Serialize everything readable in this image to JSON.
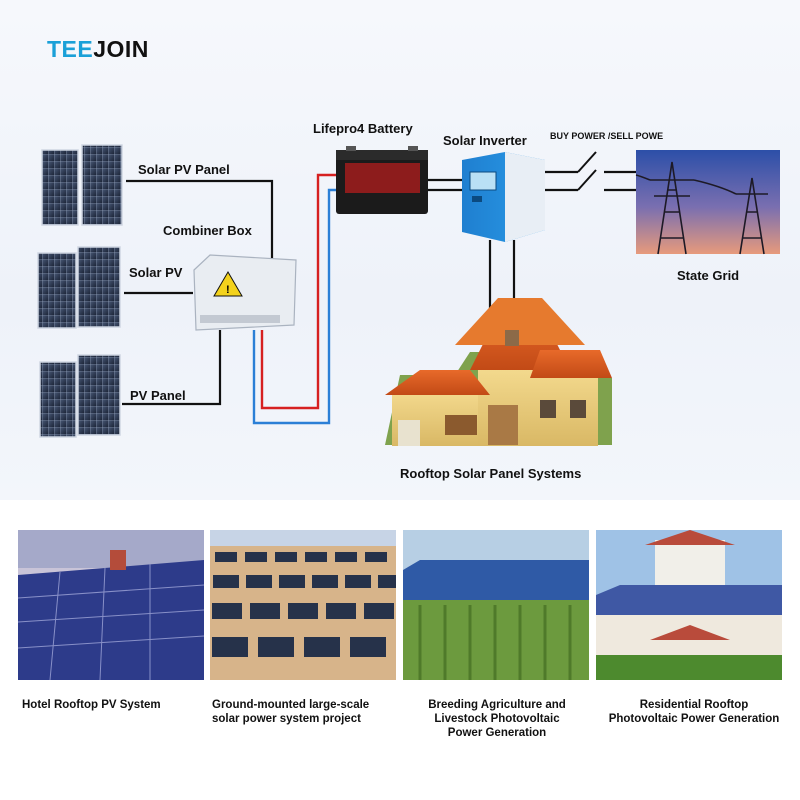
{
  "brand": {
    "logo_prefix": "TEE",
    "logo_suffix": "JOIN",
    "accent": "#1aa0d8"
  },
  "diagram": {
    "labels": {
      "solar_pv_panel": "Solar PV Panel",
      "combiner_box": "Combiner Box",
      "solar_pv": "Solar PV",
      "pv_panel": "PV Panel",
      "battery": "Lifepro4 Battery",
      "inverter": "Solar Inverter",
      "buy_sell": "BUY POWER /SELL POWE",
      "state_grid": "State Grid",
      "house": "Rooftop Solar Panel Systems"
    },
    "wire_colors": {
      "positive": "#d62020",
      "negative": "#2b7fd6",
      "ac": "#111111"
    }
  },
  "gallery": [
    {
      "name": "hotel-rooftop",
      "lines": [
        "Hotel Rooftop PV System"
      ]
    },
    {
      "name": "ground-mounted",
      "lines": [
        "Ground-mounted large-scale",
        "solar power system project"
      ]
    },
    {
      "name": "agriculture",
      "lines": [
        "Breeding Agriculture and",
        "Livestock Photovoltaic",
        "Power Generation"
      ]
    },
    {
      "name": "residential",
      "lines": [
        "Residential Rooftop",
        "Photovoltaic Power Generation"
      ]
    }
  ]
}
